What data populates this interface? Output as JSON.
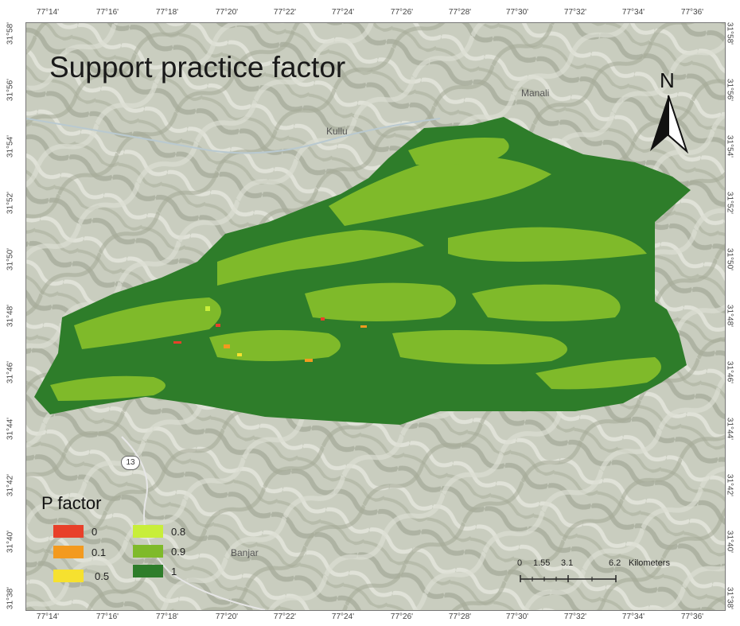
{
  "map": {
    "title": "Support practice factor",
    "north_label": "N",
    "places": [
      "Kullu",
      "Banjar",
      "Manali"
    ],
    "road_shield": "13",
    "longitude_ticks": [
      "77°14'",
      "77°16'",
      "77°18'",
      "77°20'",
      "77°22'",
      "77°24'",
      "77°26'",
      "77°28'",
      "77°30'",
      "77°32'",
      "77°34'",
      "77°36'"
    ],
    "latitude_ticks": [
      "31°58'",
      "31°56'",
      "31°54'",
      "31°52'",
      "31°50'",
      "31°48'",
      "31°46'",
      "31°44'",
      "31°42'",
      "31°40'",
      "31°38'"
    ],
    "legend": {
      "title": "P factor",
      "items": [
        {
          "label": "0",
          "color": "#e8402a"
        },
        {
          "label": "0.1",
          "color": "#f39a1f"
        },
        {
          "label": "0.5",
          "color": "#f6e12f"
        },
        {
          "label": "0.8",
          "color": "#c8ee3a"
        },
        {
          "label": "0.9",
          "color": "#7fba2a"
        },
        {
          "label": "1",
          "color": "#2e7d2a"
        }
      ]
    },
    "scalebar": {
      "labels": [
        "0",
        "1.55",
        "3.1",
        "6.2"
      ],
      "unit": "Kilometers"
    },
    "colors": {
      "terrain": "#c9cdbf",
      "watershed_dark": "#2e7d2a",
      "watershed_light": "#7fba2a"
    }
  }
}
